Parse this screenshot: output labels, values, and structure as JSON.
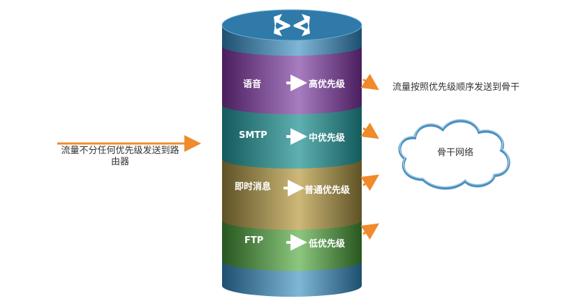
{
  "input_note": "流量不分任何优先级发送到路由器",
  "output_note": "流量按照优先级顺序发送到骨干",
  "cloud_label": "骨干网络",
  "queues": [
    {
      "name": "语音",
      "priority": "高优先级",
      "color": "#6a2f80"
    },
    {
      "name": "SMTP",
      "priority": "中优先级",
      "color": "#1f7f80"
    },
    {
      "name": "即时消息",
      "priority": "普通优先级",
      "color": "#8a7a3a"
    },
    {
      "name": "FTP",
      "priority": "低优先级",
      "color": "#3f7a3a"
    }
  ],
  "colors": {
    "cylinder": "#2c6a92",
    "arrow": "#f08a2c",
    "cloud": "#4a90c0"
  }
}
